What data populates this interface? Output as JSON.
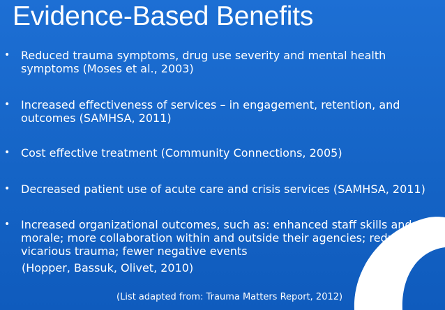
{
  "slide": {
    "title": "Evidence-Based Benefits",
    "bullet_glyph": "•",
    "bullets": [
      {
        "text": "Reduced trauma symptoms, drug use severity and mental health symptoms (Moses et al., 2003)"
      },
      {
        "text": "Increased effectiveness of services – in engagement, retention, and outcomes (SAMHSA, 2011)"
      },
      {
        "text": "Cost effective treatment (Community Connections, 2005)"
      },
      {
        "text": "Decreased patient use of acute care and crisis services (SAMHSA, 2011)"
      },
      {
        "text": "Increased organizational outcomes, such as: enhanced staff skills and morale; more collaboration within and outside their agencies; reduced vicarious trauma; fewer negative events"
      }
    ],
    "citation": "(Hopper, Bassuk, Olivet, 2010)",
    "footnote": "(List adapted from: Trauma Matters Report, 2012)",
    "colors": {
      "background": "#1766c9",
      "text": "#ffffff",
      "swoosh": "#ffffff"
    }
  }
}
